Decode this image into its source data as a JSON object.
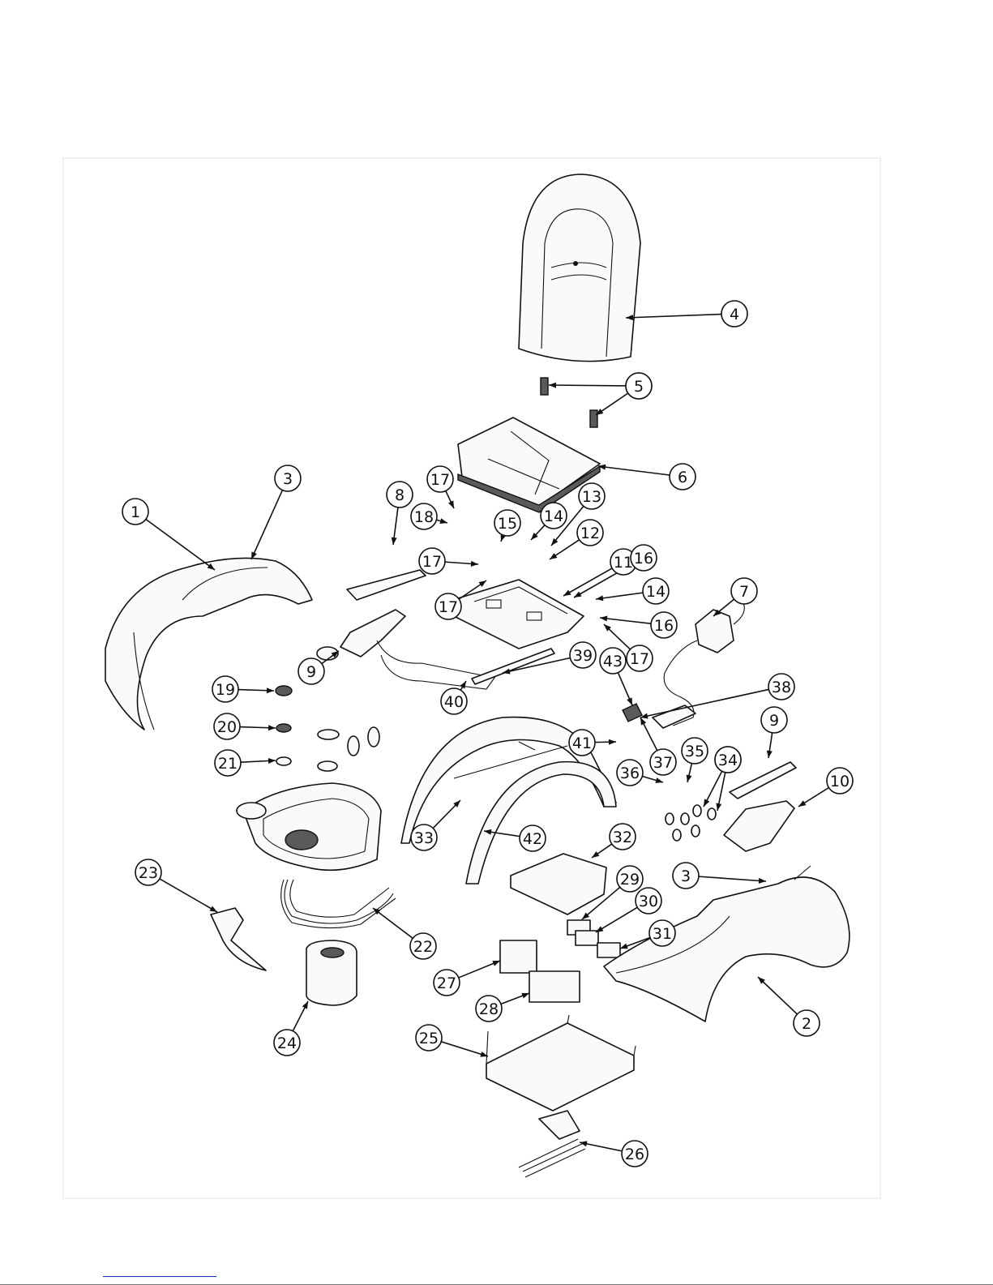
{
  "callout_labels": [
    "1",
    "2",
    "3",
    "4",
    "5",
    "6",
    "7",
    "8",
    "9",
    "10",
    "11",
    "12",
    "13",
    "14",
    "15",
    "16",
    "17",
    "18",
    "19",
    "20",
    "21",
    "22",
    "23",
    "24",
    "25",
    "26",
    "27",
    "28",
    "29",
    "30",
    "31",
    "32",
    "33",
    "34",
    "35",
    "36",
    "37",
    "38",
    "39",
    "40",
    "41",
    "42",
    "43"
  ],
  "colors": {
    "line": "#111111",
    "background": "#ffffff",
    "frame": "#f2f2f2",
    "footer_link": "#1f2bd0"
  }
}
